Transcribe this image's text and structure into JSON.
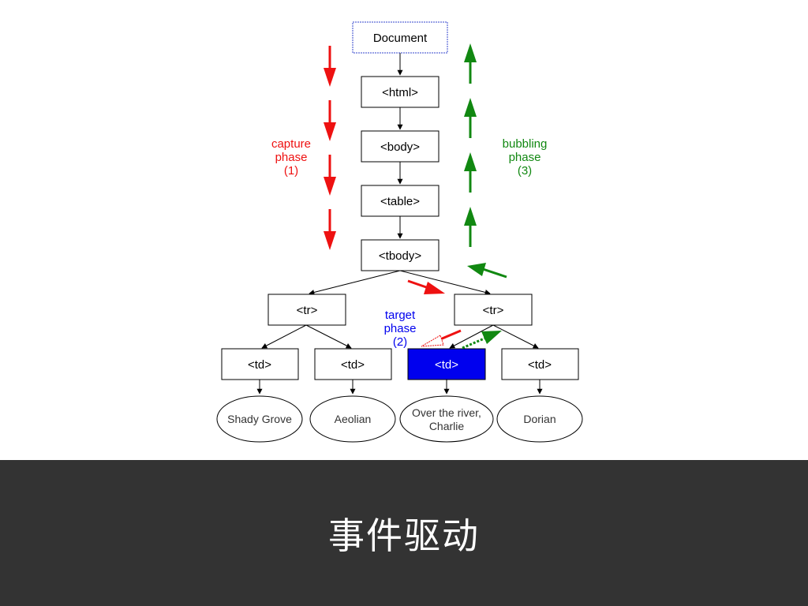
{
  "diagram": {
    "nodes": {
      "document": "Document",
      "html": "<html>",
      "body": "<body>",
      "table": "<table>",
      "tbody": "<tbody>",
      "tr_left": "<tr>",
      "tr_right": "<tr>",
      "td_1": "<td>",
      "td_2": "<td>",
      "td_3": "<td>",
      "td_4": "<td>"
    },
    "leaves": {
      "leaf_1": "Shady Grove",
      "leaf_2": "Aeolian",
      "leaf_3_line1": "Over the river,",
      "leaf_3_line2": "Charlie",
      "leaf_4": "Dorian"
    },
    "phases": {
      "capture": {
        "line1": "capture",
        "line2": "phase",
        "line3": "(1)"
      },
      "target": {
        "line1": "target",
        "line2": "phase",
        "line3": "(2)"
      },
      "bubbling": {
        "line1": "bubbling",
        "line2": "phase",
        "line3": "(3)"
      }
    },
    "colors": {
      "capture": "#ee1111",
      "target": "#0000ee",
      "bubbling": "#118811",
      "selected_node_fill": "#0000ee",
      "document_border": "#3344cc"
    }
  },
  "caption": {
    "title": "事件驱动"
  }
}
